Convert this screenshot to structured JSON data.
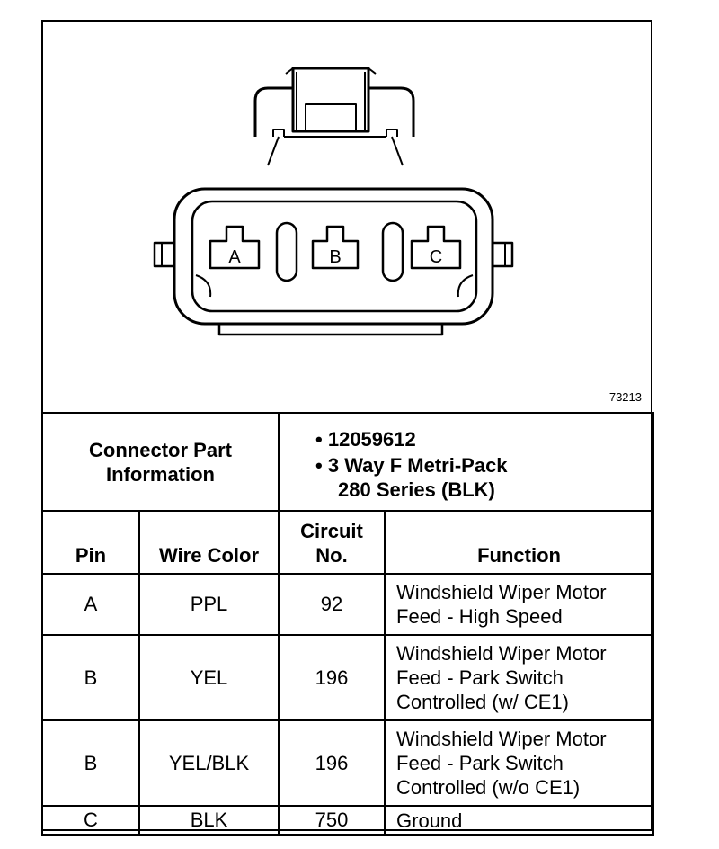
{
  "figure_number": "73213",
  "pin_labels": [
    "A",
    "B",
    "C"
  ],
  "connector_info": {
    "label_line1": "Connector Part",
    "label_line2": "Information",
    "items": [
      "12059612",
      "3 Way F Metri-Pack",
      "280 Series (BLK)"
    ]
  },
  "headers": {
    "pin": "Pin",
    "wire_color": "Wire Color",
    "circuit_line1": "Circuit",
    "circuit_line2": "No.",
    "function": "Function"
  },
  "rows": [
    {
      "pin": "A",
      "wire_color": "PPL",
      "circuit": "92",
      "function": [
        "Windshield Wiper Motor",
        "Feed - High Speed"
      ]
    },
    {
      "pin": "B",
      "wire_color": "YEL",
      "circuit": "196",
      "function": [
        "Windshield Wiper Motor",
        "Feed - Park Switch",
        "Controlled (w/ CE1)"
      ]
    },
    {
      "pin": "B",
      "wire_color": "YEL/BLK",
      "circuit": "196",
      "function": [
        "Windshield Wiper Motor",
        "Feed - Park Switch",
        "Controlled (w/o CE1)"
      ]
    },
    {
      "pin": "C",
      "wire_color": "BLK",
      "circuit": "750",
      "function": [
        "Ground"
      ]
    }
  ]
}
